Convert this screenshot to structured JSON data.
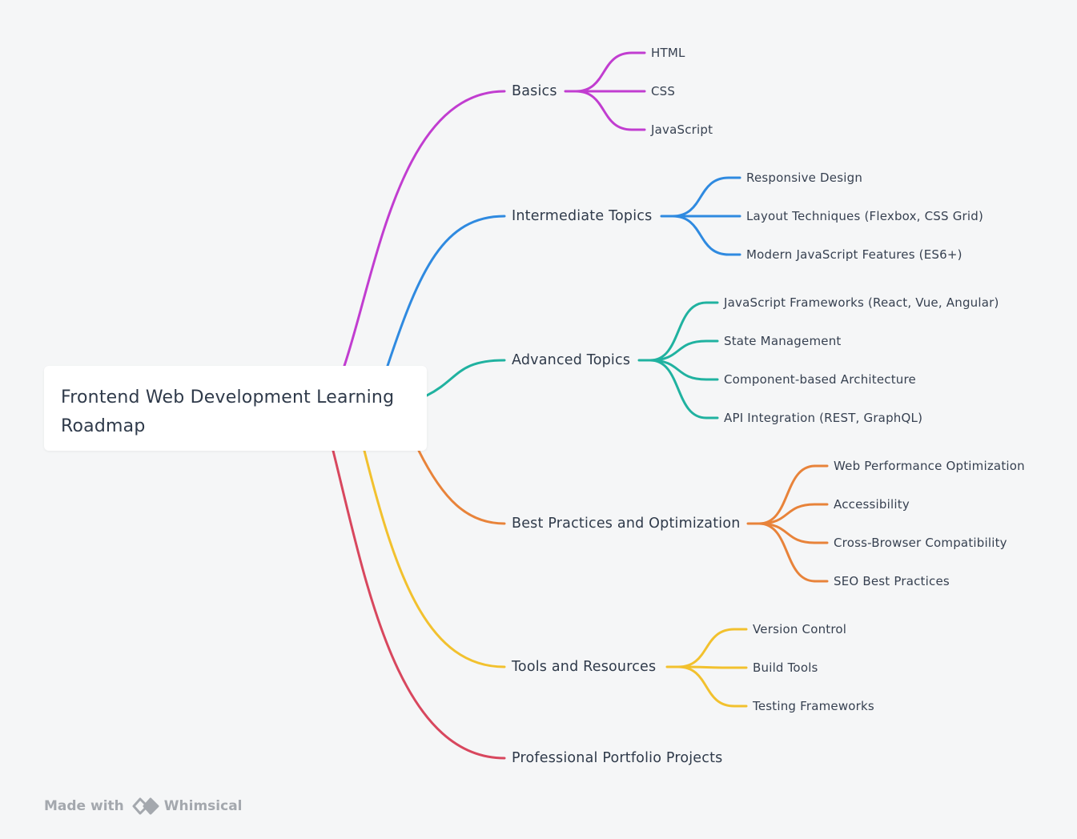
{
  "root": {
    "title": "Frontend Web Development Learning Roadmap"
  },
  "branches": [
    {
      "label": "Basics",
      "color": "#c13dd0",
      "children": [
        "HTML",
        "CSS",
        "JavaScript"
      ]
    },
    {
      "label": "Intermediate Topics",
      "color": "#2f8ae0",
      "children": [
        "Responsive Design",
        "Layout Techniques (Flexbox, CSS Grid)",
        "Modern JavaScript Features (ES6+)"
      ]
    },
    {
      "label": "Advanced Topics",
      "color": "#20b2a0",
      "children": [
        "JavaScript Frameworks (React, Vue, Angular)",
        "State Management",
        "Component-based Architecture",
        "API Integration (REST, GraphQL)"
      ]
    },
    {
      "label": "Best Practices and Optimization",
      "color": "#e8833a",
      "children": [
        "Web Performance Optimization",
        "Accessibility",
        "Cross-Browser Compatibility",
        "SEO Best Practices"
      ]
    },
    {
      "label": "Tools and Resources",
      "color": "#f2c12e",
      "children": [
        "Version Control",
        "Build Tools",
        "Testing Frameworks"
      ]
    },
    {
      "label": "Professional Portfolio Projects",
      "color": "#d8475e",
      "children": []
    }
  ],
  "footer": {
    "made_with": "Made with",
    "brand": "Whimsical",
    "logo_icon": "whimsical-logo-icon"
  }
}
